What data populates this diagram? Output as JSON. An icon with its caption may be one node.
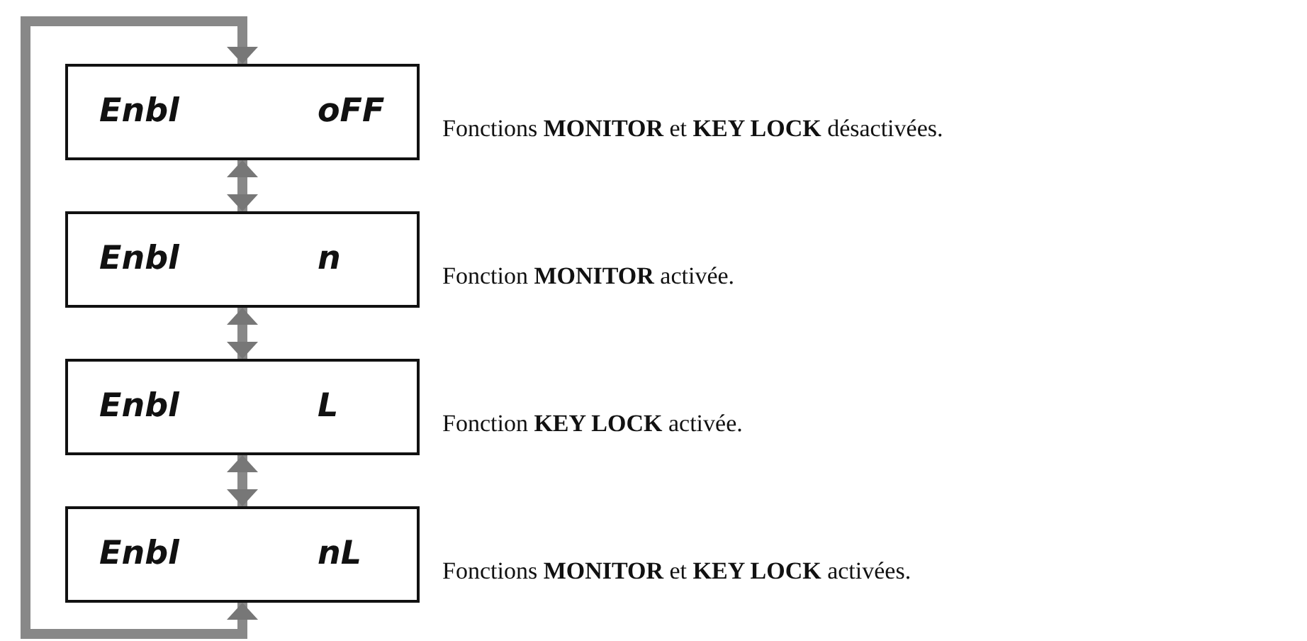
{
  "diagram": {
    "nodes": [
      {
        "text": [
          "Enbl",
          "oFF"
        ],
        "beside": [
          "Fonctions **MONITOR** et **KEY LOCK** désactivées."
        ]
      },
      {
        "text": [
          "Enbl",
          "n"
        ],
        "beside": [
          "Fonction **MONITOR** activée."
        ]
      },
      {
        "text": [
          "Enbl",
          "L"
        ],
        "beside": [
          "Fonction **KEY LOCK** activée."
        ]
      },
      {
        "text": [
          "Enbl",
          "nL"
        ],
        "beside": [
          "Fonctions **MONITOR** et **KEY LOCK** activées."
        ]
      }
    ],
    "edges": [
      {
        "from": 0,
        "to": 1,
        "arrow": "both"
      },
      {
        "from": 1,
        "to": 2,
        "arrow": "both"
      },
      {
        "from": 2,
        "to": 3,
        "arrow": "both"
      },
      {
        "from": 3,
        "to": 0,
        "arrow": "both"
      }
    ]
  }
}
